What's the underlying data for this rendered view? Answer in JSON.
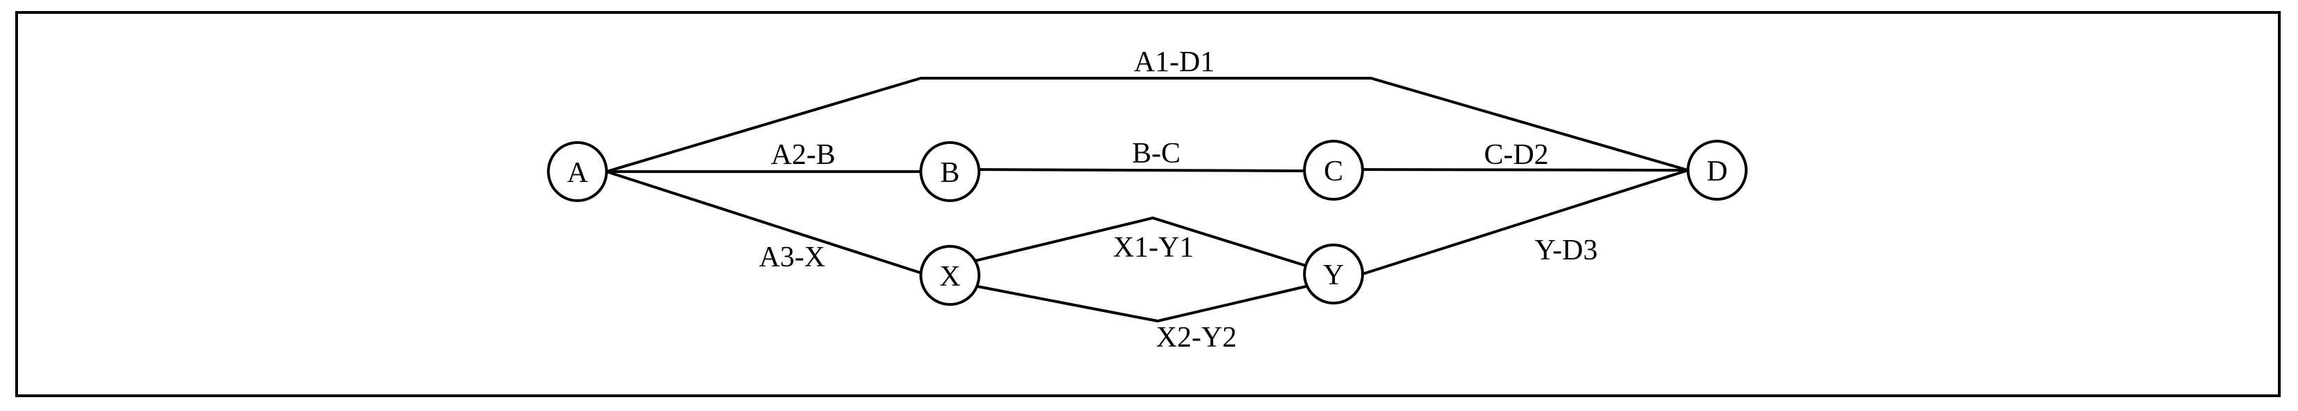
{
  "diagram": {
    "nodes": [
      {
        "id": "A",
        "label": "A"
      },
      {
        "id": "B",
        "label": "B"
      },
      {
        "id": "C",
        "label": "C"
      },
      {
        "id": "D",
        "label": "D"
      },
      {
        "id": "X",
        "label": "X"
      },
      {
        "id": "Y",
        "label": "Y"
      }
    ],
    "edges": [
      {
        "id": "A1-D1",
        "label": "A1-D1",
        "from": "A",
        "to": "D"
      },
      {
        "id": "A2-B",
        "label": "A2-B",
        "from": "A",
        "to": "B"
      },
      {
        "id": "B-C",
        "label": "B-C",
        "from": "B",
        "to": "C"
      },
      {
        "id": "C-D2",
        "label": "C-D2",
        "from": "C",
        "to": "D"
      },
      {
        "id": "A3-X",
        "label": "A3-X",
        "from": "A",
        "to": "X"
      },
      {
        "id": "X1-Y1",
        "label": "X1-Y1",
        "from": "X",
        "to": "Y"
      },
      {
        "id": "X2-Y2",
        "label": "X2-Y2",
        "from": "X",
        "to": "Y"
      },
      {
        "id": "Y-D3",
        "label": "Y-D3",
        "from": "Y",
        "to": "D"
      }
    ]
  }
}
